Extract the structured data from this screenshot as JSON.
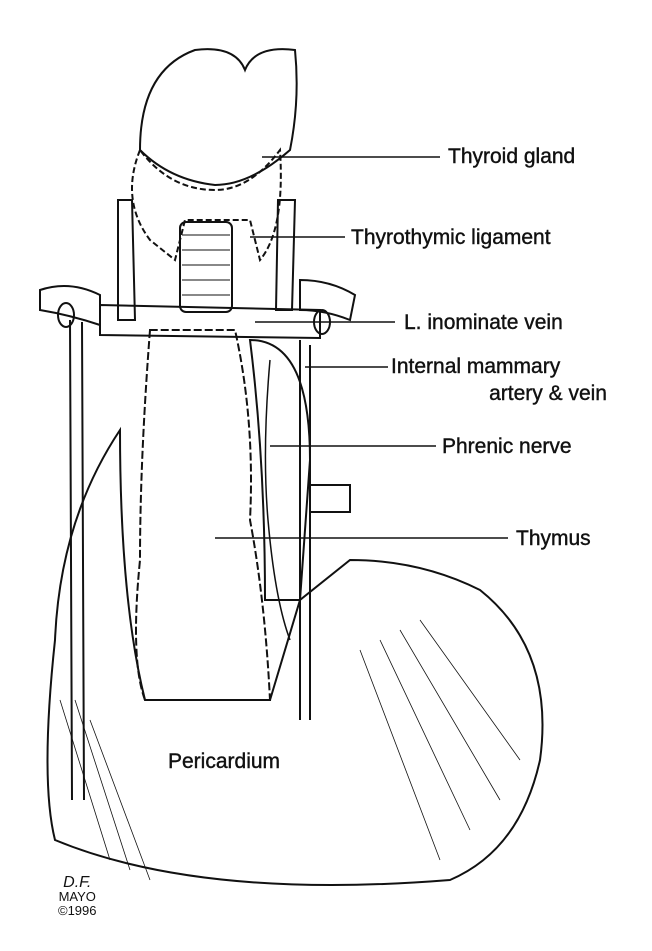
{
  "labels": {
    "thyroid_gland": "Thyroid gland",
    "thyrothymic_ligament": "Thyrothymic ligament",
    "l_inominate_vein": "L. inominate vein",
    "internal_mammary_line1": "Internal mammary",
    "internal_mammary_line2": "artery & vein",
    "phrenic_nerve": "Phrenic nerve",
    "thymus": "Thymus",
    "pericardium": "Pericardium"
  },
  "signature": {
    "initials": "D.F.",
    "name": "MAYO",
    "copyright": "©1996"
  }
}
